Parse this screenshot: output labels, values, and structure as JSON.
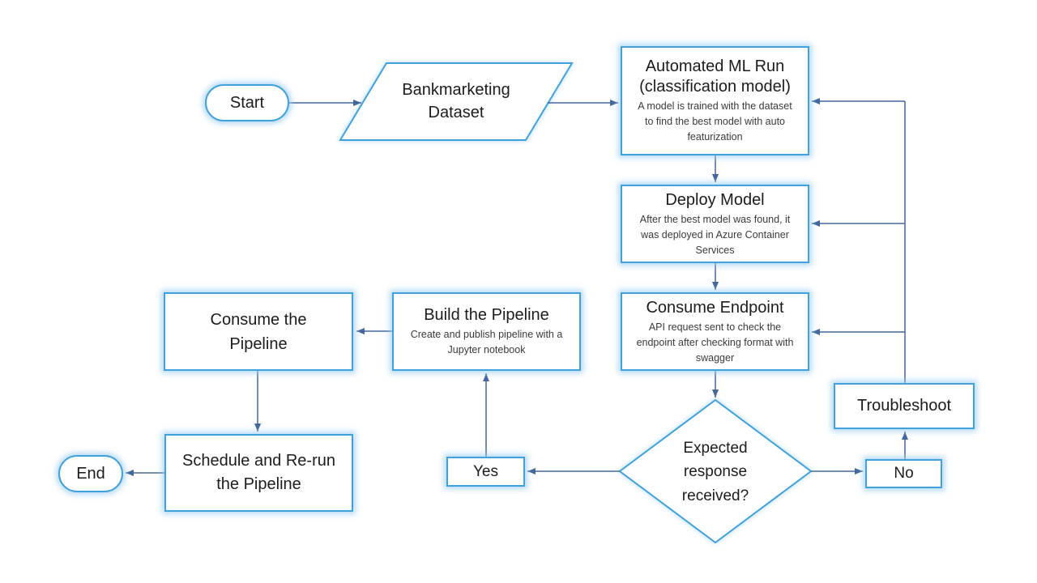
{
  "colors": {
    "shape_border": "#41A1DC",
    "shape_glow": "#9ACDEFBB",
    "connector": "#44679C",
    "title_text": "#1C1C1C",
    "subtitle_text": "#3A3A3A"
  },
  "nodes": {
    "start": {
      "label": "Start"
    },
    "dataset": {
      "label": "Bankmarketing Dataset"
    },
    "automl": {
      "title": "Automated ML Run (classification model)",
      "description": "A model is trained with the dataset to find the best model with auto featurization"
    },
    "deploy": {
      "title": "Deploy Model",
      "description": "After the best model was found, it was deployed in Azure Container Services"
    },
    "consume_endpoint": {
      "title": "Consume Endpoint",
      "description": "API request sent to check the endpoint after checking format with swagger"
    },
    "decision": {
      "label": "Expected response received?"
    },
    "yes": {
      "label": "Yes"
    },
    "no": {
      "label": "No"
    },
    "troubleshoot": {
      "label": "Troubleshoot"
    },
    "build_pipeline": {
      "title": "Build the Pipeline",
      "description": "Create and publish pipeline with a Jupyter notebook"
    },
    "consume_pipeline": {
      "title": "Consume the Pipeline"
    },
    "schedule": {
      "title": "Schedule and Re-run the Pipeline"
    },
    "end": {
      "label": "End"
    }
  }
}
